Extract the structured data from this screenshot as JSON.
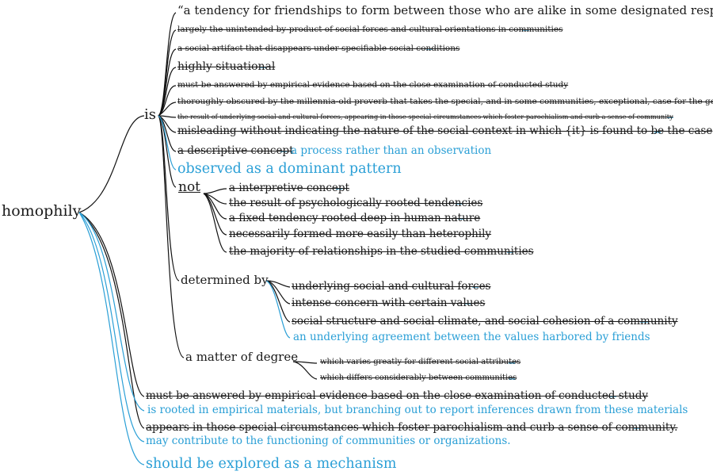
{
  "root": "homophily",
  "is": {
    "label": "is",
    "items": [
      "“a tendency for friendships to form between those who are alike in some designated respect”",
      "largely the unintended by-product of social forces and cultural orientations in communities",
      "a social artifact that disappears under specifiable social conditions",
      "highly situational",
      "must be answered by empirical evidence based on the close examination of conducted study",
      "thoroughly obscured by the millennia-old proverb that takes the special, and in some communities, exceptional, case for the general",
      "the result of underlying social and cultural forces, appearing in those special circumstances which foster parochialism and curb a sense of community",
      "misleading without indicating the nature of the social context in which {it} is found to be the case",
      "a descriptive concept",
      "a process rather than an observation",
      "observed as a dominant pattern"
    ],
    "not": {
      "label": "not",
      "items": [
        "a interpretive concept",
        "the result of psychologically rooted tendencies",
        "a fixed tendency rooted deep in human nature",
        "necessarily formed more easily than heterophily",
        "the majority of relationships in the studied communities"
      ]
    },
    "determined_by": {
      "label": "determined by",
      "items": [
        "underlying social and cultural forces",
        "intense concern with certain values",
        "social structure and social climate, and social cohesion of a community",
        "an underlying agreement between the values harbored by friends"
      ]
    },
    "degree": {
      "label": "a matter of degree",
      "items": [
        "which varies greatly for different social attributes",
        "which differs considerably between communities"
      ]
    }
  },
  "root_items": [
    "must be answered by empirical evidence based on the close examination of conducted study",
    "is rooted in empirical materials, but branching out to report inferences drawn from these materials",
    "appears in those special circumstances which foster parochialism and curb a sense of community.",
    "may contribute to the functioning of communities or organizations.",
    "should be explored as a mechanism"
  ],
  "colors": {
    "original": "#1a1a1a",
    "revision": "#2a9fd6"
  }
}
